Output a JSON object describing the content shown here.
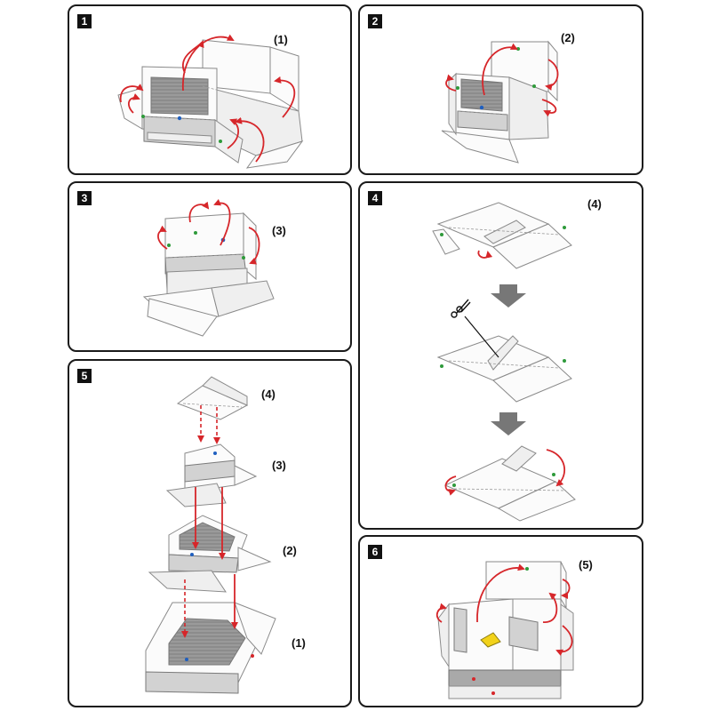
{
  "steps": [
    {
      "number": "1",
      "part": "(1)"
    },
    {
      "number": "2",
      "part": "(2)"
    },
    {
      "number": "3",
      "part": "(3)"
    },
    {
      "number": "4",
      "part": "(4)"
    },
    {
      "number": "5",
      "parts": [
        "(4)",
        "(3)",
        "(2)",
        "(1)"
      ]
    },
    {
      "number": "6",
      "part": "(5)"
    }
  ],
  "icons": {
    "scissors": "scissors-icon",
    "down_arrow": "down-arrow-icon",
    "fold_arrow": "fold-arrow-icon"
  },
  "colors": {
    "border": "#1a1a1a",
    "arrow": "#d6262a",
    "glue_green": "#2e9a3a",
    "glue_blue": "#1f5fbf",
    "glue_red": "#d6262a",
    "highlight_yellow": "#f2d21a"
  }
}
